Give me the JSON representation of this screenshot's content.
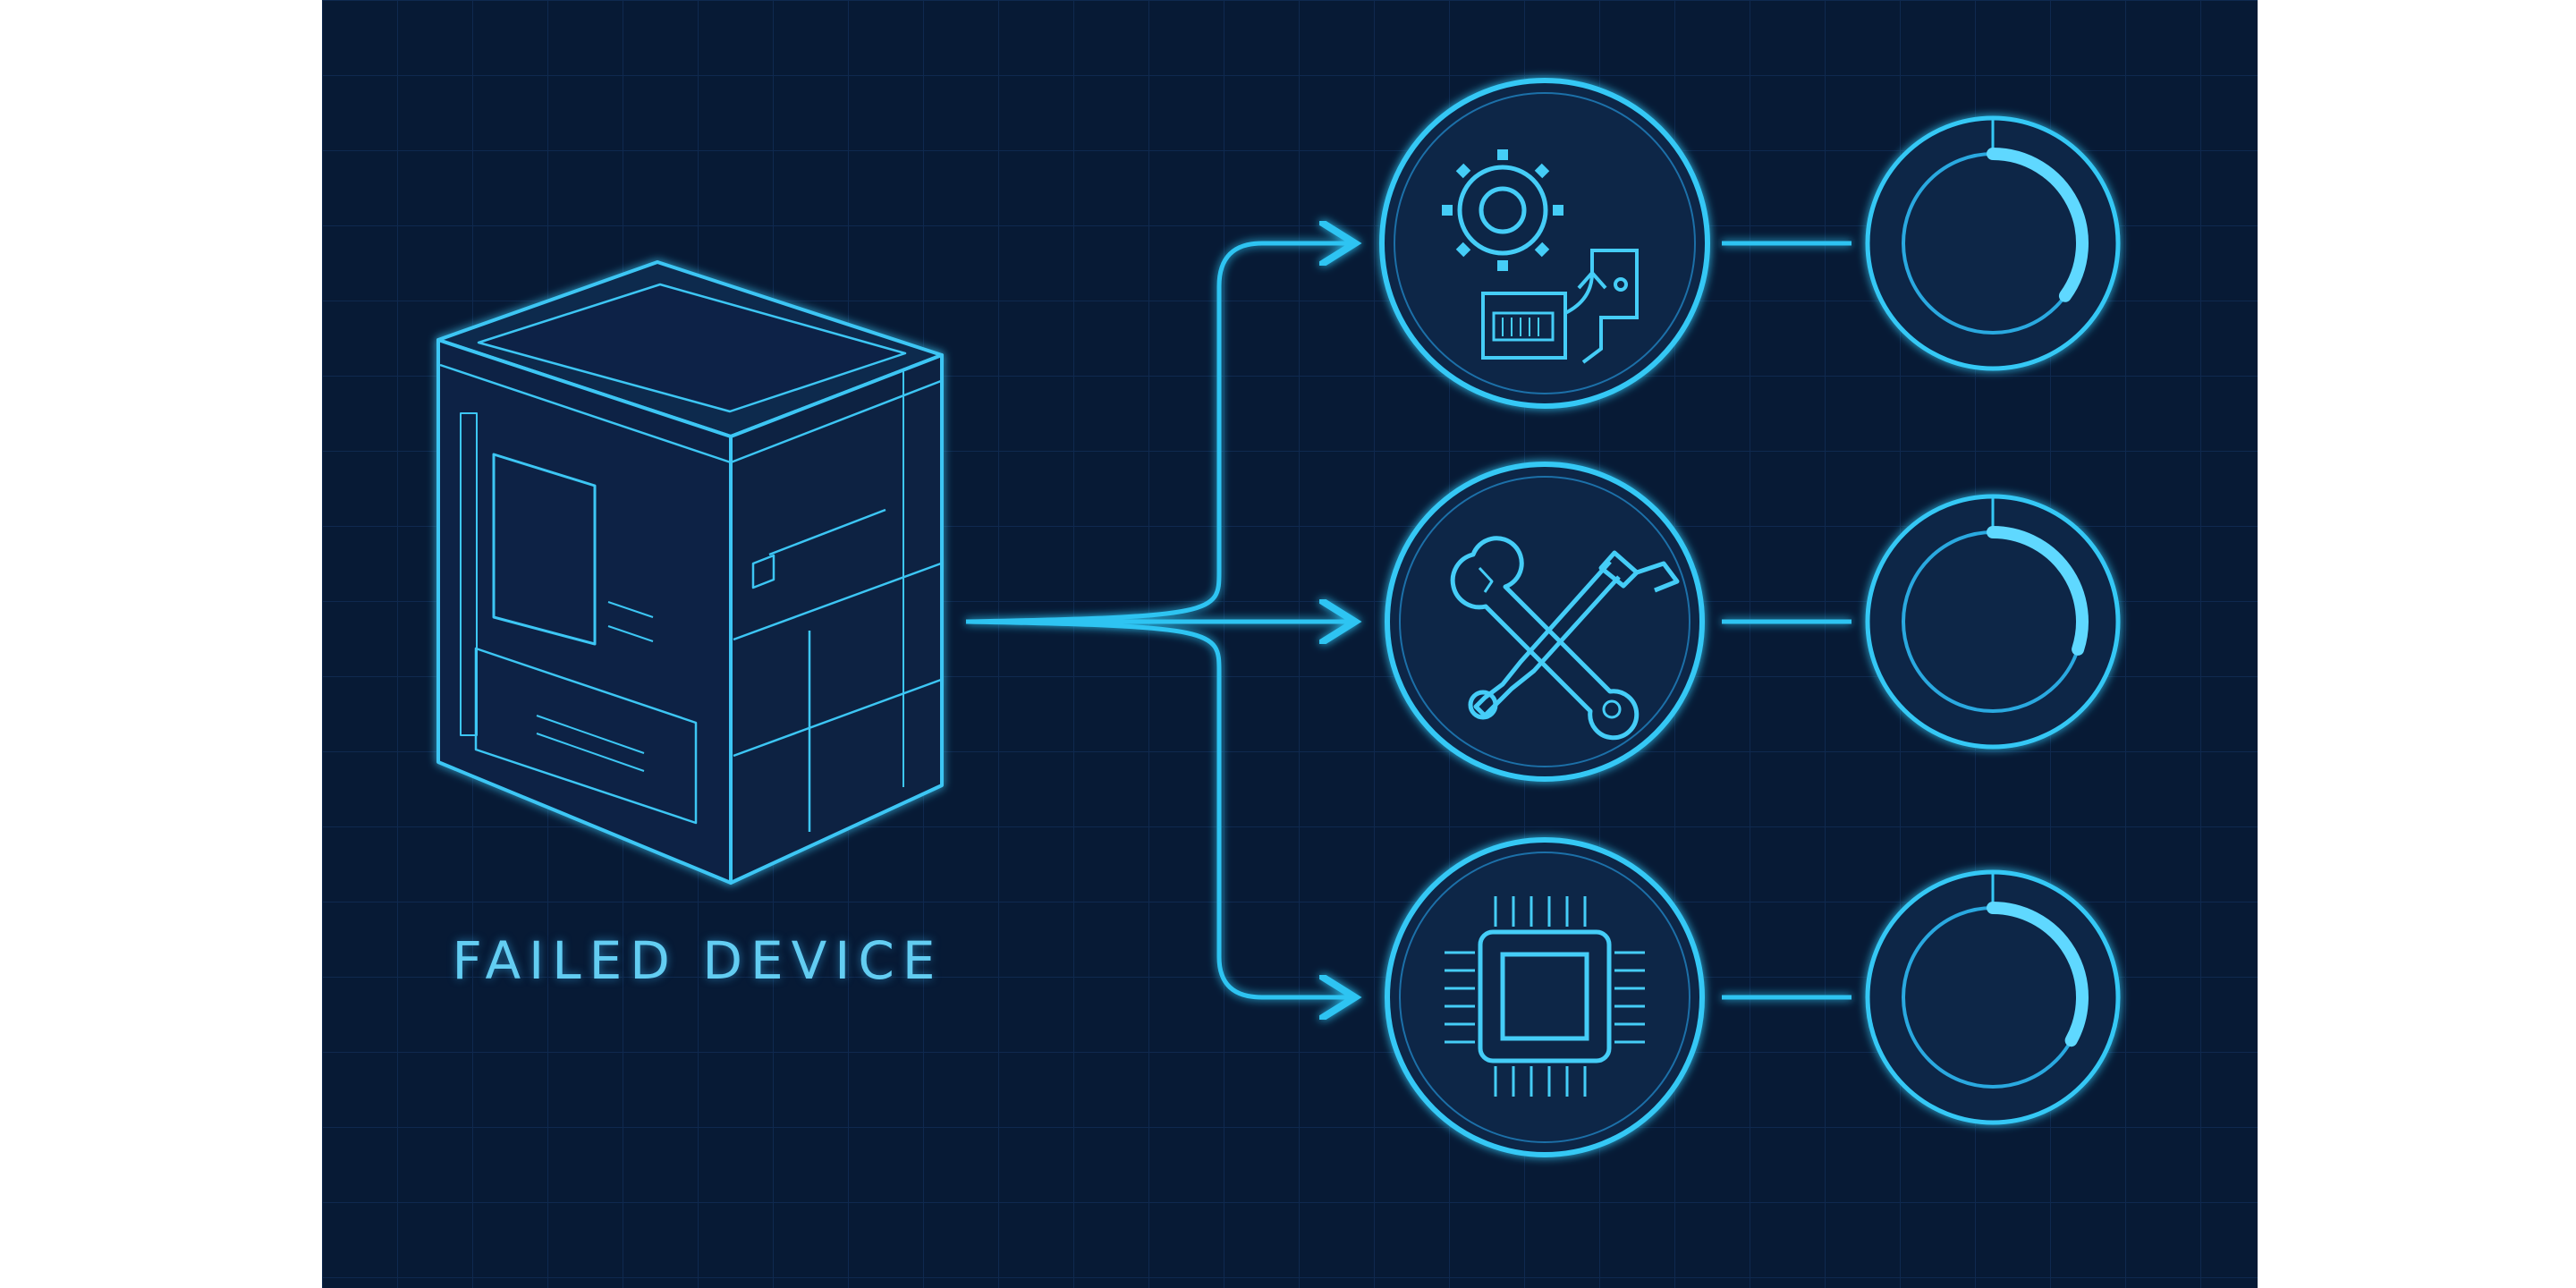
{
  "diagram": {
    "device_label": "FAILED DEVICE",
    "nodes": [
      {
        "id": "device",
        "icon": "failed-device-cabinet-icon"
      },
      {
        "id": "repair-1",
        "icon": "gear-and-component-icon",
        "progress": 0.35
      },
      {
        "id": "repair-2",
        "icon": "wrench-and-screwdriver-icon",
        "progress": 0.3
      },
      {
        "id": "repair-3",
        "icon": "microchip-icon",
        "progress": 0.33
      }
    ],
    "edges": [
      {
        "from": "device",
        "to": "repair-1"
      },
      {
        "from": "device",
        "to": "repair-2"
      },
      {
        "from": "device",
        "to": "repair-3"
      }
    ]
  },
  "colors": {
    "background": "#071a35",
    "grid": "#123058",
    "line": "#2ec4f2",
    "glow": "#5fd8ff"
  }
}
